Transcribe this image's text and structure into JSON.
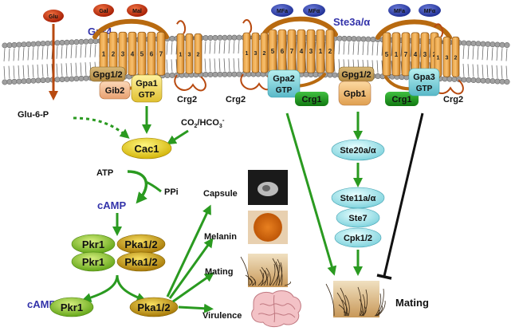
{
  "ligands": {
    "glu": "Glu",
    "gal": "Gal",
    "mal": "Mal",
    "mfa1": "MFa",
    "mfalpha1": "MFα",
    "mfa2": "MFa",
    "mfalpha2": "MFα"
  },
  "receptors": {
    "gpr4": "Gpr4",
    "ste3": "Ste3a/α",
    "helix_numbers": [
      "1",
      "2",
      "3",
      "4",
      "5",
      "6",
      "7"
    ]
  },
  "left_complex": {
    "gpg": "Gpg1/2",
    "gib2": "Gib2",
    "gpa1": "Gpa1",
    "gtp": "GTP",
    "crg2": "Crg2"
  },
  "middle_complex": {
    "crg2": "Crg2",
    "gpa2": "Gpa2",
    "gtp": "GTP",
    "crg1": "Crg1",
    "gpg": "Gpg1/2",
    "gpb1": "Gpb1"
  },
  "right_complex": {
    "crg1": "Crg1",
    "gpa3": "Gpa3",
    "gtp": "GTP",
    "crg2": "Crg2"
  },
  "pka_path": {
    "glu6p": "Glu-6-P",
    "co2": "CO",
    "co2_sub": "2",
    "hco3": "/HCO",
    "hco3_sub": "3",
    "hco3_sup": "-",
    "cac1": "Cac1",
    "atp": "ATP",
    "ppi": "PPi",
    "camp1": "cAMP",
    "pkr1a": "Pkr1",
    "pka12a": "Pka1/2",
    "pkr1b": "Pkr1",
    "pka12b": "Pka1/2",
    "camp2": "cAMP",
    "pkr1c": "Pkr1",
    "pka12c": "Pka1/2"
  },
  "outputs": {
    "capsule": "Capsule",
    "melanin": "Melanin",
    "mating": "Mating",
    "virulence": "Virulence"
  },
  "mapk_path": {
    "ste20": "Ste20a/α",
    "ste11": "Ste11a/α",
    "ste7": "Ste7",
    "cpk1": "Cpk1/2",
    "mating": "Mating"
  },
  "colors": {
    "arrow_green": "#2a9a20",
    "membrane_head": "#9a9a9a",
    "receptor_orange": "#d8922a",
    "crg_brown": "#b84a10",
    "ligand_red": "#b82000",
    "ligand_blue": "#2a3aa8",
    "cac_yellow": "#e8d000",
    "pkr_green": "#7cc020",
    "pka_gold": "#c8a010",
    "ste_cyan": "#a8e8ee",
    "crg1_green": "#20a020",
    "gpa_blue": "#8ad8d8"
  }
}
